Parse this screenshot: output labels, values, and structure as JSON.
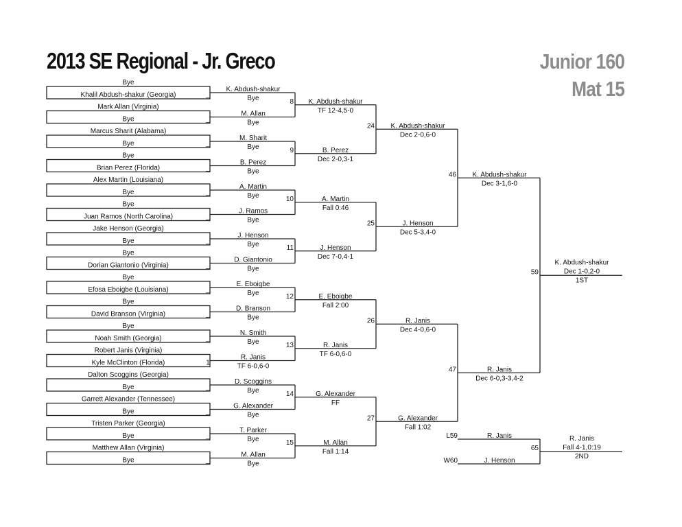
{
  "title": "2013 SE Regional - Jr. Greco",
  "weight_class": "Junior 160",
  "mat": "Mat 15",
  "round1": [
    {
      "top": "Bye",
      "bottom": "Khalil Abdush-shakur (Georgia)",
      "bout": "_"
    },
    {
      "top": "Mark Allan (Virginia)",
      "bottom": "Bye",
      "bout": "_"
    },
    {
      "top": "Marcus Sharit (Alabama)",
      "bottom": "Bye",
      "bout": "_"
    },
    {
      "top": "Bye",
      "bottom": "Brian Perez (Florida)",
      "bout": "_"
    },
    {
      "top": "Alex Martin (Louisiana)",
      "bottom": "Bye",
      "bout": "_"
    },
    {
      "top": "Bye",
      "bottom": "Juan Ramos (North Carolina)",
      "bout": "_"
    },
    {
      "top": "Jake Henson (Georgia)",
      "bottom": "Bye",
      "bout": "_"
    },
    {
      "top": "Bye",
      "bottom": "Dorian Giantonio (Virginia)",
      "bout": "_"
    },
    {
      "top": "Bye",
      "bottom": "Efosa Eboigbe (Louisiana)",
      "bout": "_"
    },
    {
      "top": "Bye",
      "bottom": "David Branson (Virginia)",
      "bout": "_"
    },
    {
      "top": "Bye",
      "bottom": "Noah Smith (Georgia)",
      "bout": "_"
    },
    {
      "top": "Robert Janis (Virginia)",
      "bottom": "Kyle McClinton (Florida)",
      "bout": "1"
    },
    {
      "top": "Dalton Scoggins (Georgia)",
      "bottom": "Bye",
      "bout": "_"
    },
    {
      "top": "Garrett Alexander (Tennessee)",
      "bottom": "Bye",
      "bout": "_"
    },
    {
      "top": "Tristen Parker (Georgia)",
      "bottom": "Bye",
      "bout": "_"
    },
    {
      "top": "Matthew Allan (Virginia)",
      "bottom": "Bye",
      "bout": "_"
    }
  ],
  "round2": [
    {
      "winner": "K. Abdush-shakur",
      "result": "Bye"
    },
    {
      "winner": "M. Allan",
      "result": "Bye"
    },
    {
      "winner": "M. Sharit",
      "result": "Bye"
    },
    {
      "winner": "B. Perez",
      "result": "Bye"
    },
    {
      "winner": "A. Martin",
      "result": "Bye"
    },
    {
      "winner": "J. Ramos",
      "result": "Bye"
    },
    {
      "winner": "J. Henson",
      "result": "Bye"
    },
    {
      "winner": "D. Giantonio",
      "result": "Bye"
    },
    {
      "winner": "E. Eboigbe",
      "result": "Bye"
    },
    {
      "winner": "D. Branson",
      "result": "Bye"
    },
    {
      "winner": "N. Smith",
      "result": "Bye"
    },
    {
      "winner": "R. Janis",
      "result": "TF 6-0,6-0"
    },
    {
      "winner": "D. Scoggins",
      "result": "Bye"
    },
    {
      "winner": "G. Alexander",
      "result": "Bye"
    },
    {
      "winner": "T. Parker",
      "result": "Bye"
    },
    {
      "winner": "M. Allan",
      "result": "Bye"
    }
  ],
  "round3": [
    {
      "bout": "8",
      "winner": "K. Abdush-shakur",
      "result": "TF 12-4,5-0"
    },
    {
      "bout": "9",
      "winner": "B. Perez",
      "result": "Dec 2-0,3-1"
    },
    {
      "bout": "10",
      "winner": "A. Martin",
      "result": "Fall 0:46"
    },
    {
      "bout": "11",
      "winner": "J. Henson",
      "result": "Dec 7-0,4-1"
    },
    {
      "bout": "12",
      "winner": "E. Eboigbe",
      "result": "Fall 2:00"
    },
    {
      "bout": "13",
      "winner": "R. Janis",
      "result": "TF 6-0,6-0"
    },
    {
      "bout": "14",
      "winner": "G. Alexander",
      "result": "FF"
    },
    {
      "bout": "15",
      "winner": "M. Allan",
      "result": "Fall 1:14"
    }
  ],
  "round4": [
    {
      "bout": "24",
      "winner": "K. Abdush-shakur",
      "result": "Dec 2-0,6-0"
    },
    {
      "bout": "25",
      "winner": "J. Henson",
      "result": "Dec 5-3,4-0"
    },
    {
      "bout": "26",
      "winner": "R. Janis",
      "result": "Dec 4-0,6-0"
    },
    {
      "bout": "27",
      "winner": "G. Alexander",
      "result": "Fall 1:02"
    }
  ],
  "round5": [
    {
      "bout": "46",
      "winner": "K. Abdush-shakur",
      "result": "Dec 3-1,6-0"
    },
    {
      "bout": "47",
      "winner": "R. Janis",
      "result": "Dec 6-0,3-3,4-2"
    }
  ],
  "final": {
    "bout": "59",
    "winner": "K. Abdush-shakur",
    "result": "Dec 1-0,2-0",
    "place": "1ST"
  },
  "second_place": {
    "bout": "65",
    "loser_label": "L59",
    "loser_name": "R. Janis",
    "winner_label": "W60",
    "winner_name": "J. Henson",
    "winner": "R. Janis",
    "result": "Fall 4-1,0:19",
    "place": "2ND"
  }
}
